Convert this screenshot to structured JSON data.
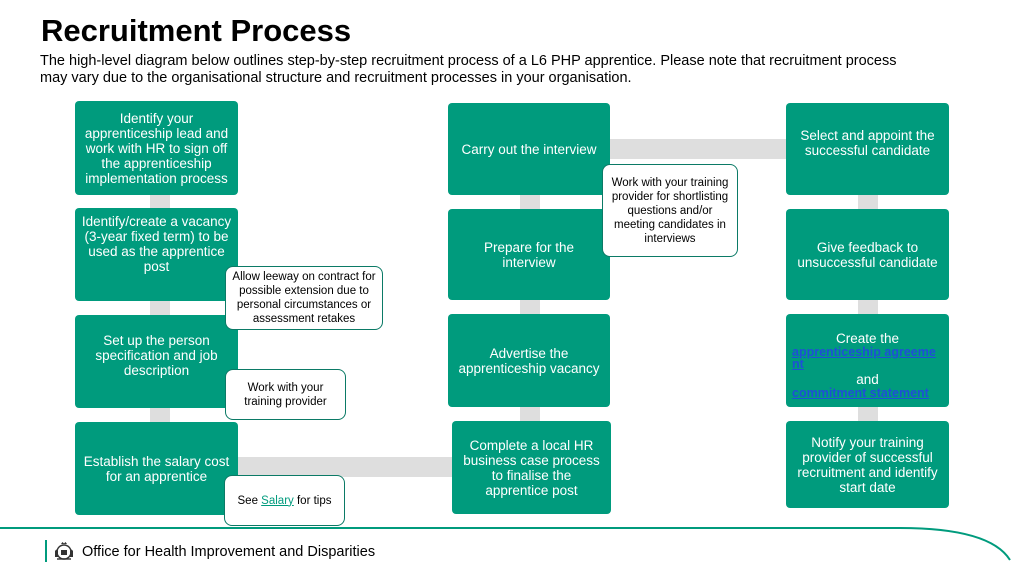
{
  "page": {
    "title": "Recruitment Process",
    "intro": "The high-level diagram below outlines step-by-step recruitment process of a L6 PHP apprentice. Please note that recruitment process may vary due to the organisational structure and recruitment processes in your organisation."
  },
  "steps": {
    "s1": "Identify your apprenticeship lead and work with HR to sign off the apprenticeship implementation process",
    "s2": "Identify/create a vacancy (3-year fixed term) to be used as the apprentice post",
    "s3": "Set up the person specification and job description",
    "s4": "Establish the salary cost for an apprentice",
    "s5": "Complete a local HR business case process to finalise the apprentice post",
    "s6": "Advertise the apprenticeship vacancy",
    "s7": "Prepare for the interview",
    "s8": "Carry out the interview",
    "s9": "Select and appoint the successful candidate",
    "s10": "Give feedback to unsuccessful candidate",
    "s11_prefix": "Create the",
    "s11_link1": "apprenticeship agreement",
    "s11_mid": "and",
    "s11_link2": "commitment statement",
    "s12": "Notify your training provider of successful recruitment and identify start date"
  },
  "callouts": {
    "leeway": "Allow leeway on contract for possible extension due to personal circumstances or assessment retakes",
    "provider": "Work with your training provider",
    "salary_pre": "See",
    "salary_link": "Salary",
    "salary_post": "for tips",
    "interview": "Work with your training provider for shortlisting questions and/or meeting candidates in interviews"
  },
  "footer": {
    "org": "Office for Health Improvement and Disparities"
  },
  "icons": [
    "royal-crest-icon"
  ],
  "colors": {
    "box": "#009b7d",
    "connector": "#dedede",
    "link": "#1f4fd6",
    "accent": "#009b7d"
  }
}
